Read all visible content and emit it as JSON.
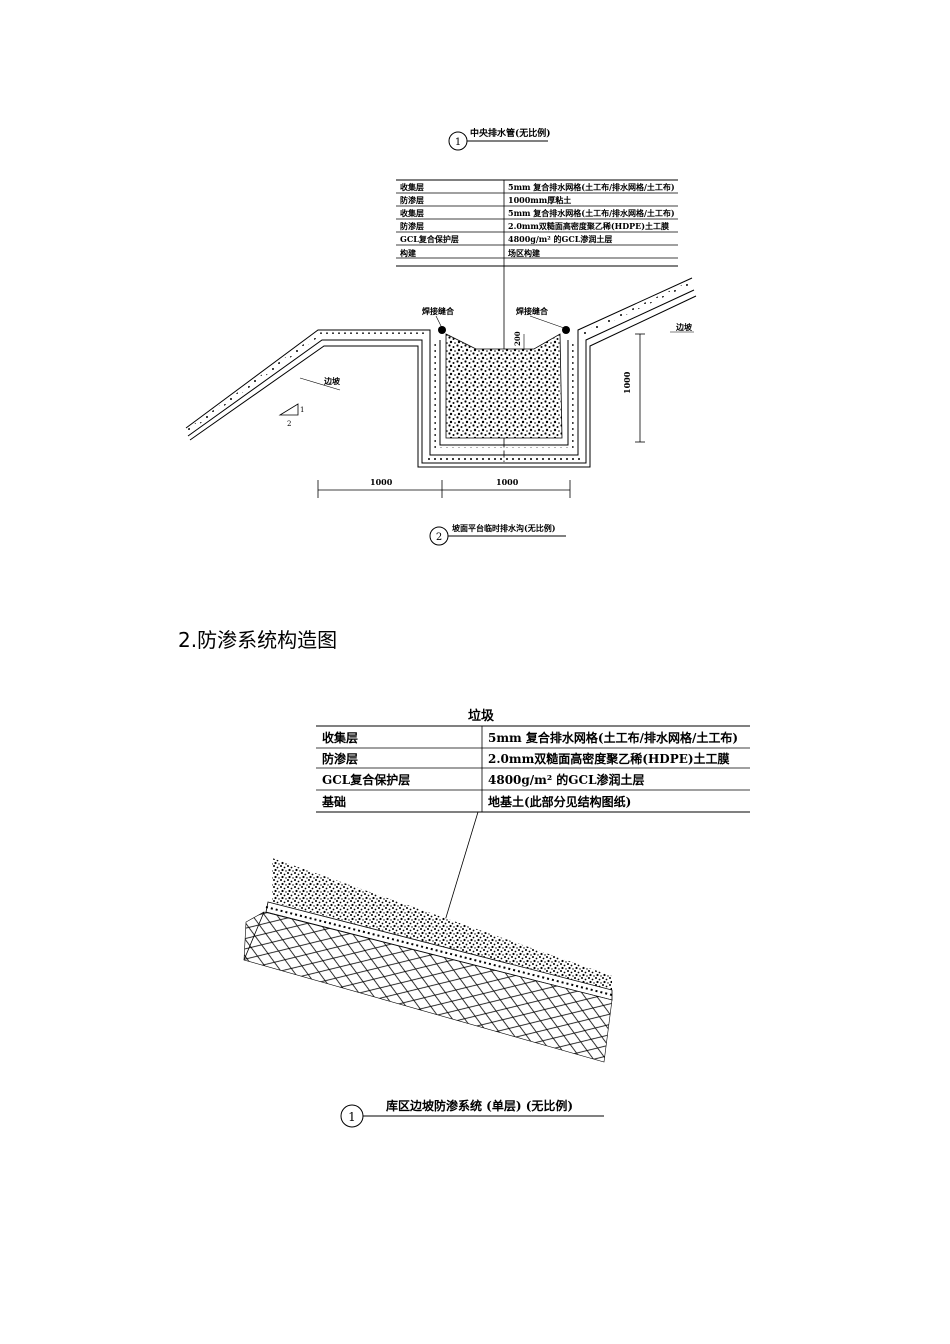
{
  "figure1": {
    "detail1_number": "1",
    "detail1_title": "中央排水管(无比例)",
    "layers": [
      {
        "name": "收集层",
        "spec": "5mm 复合排水网格(土工布/排水网格/土工布)"
      },
      {
        "name": "防渗层",
        "spec": "1000mm厚粘土"
      },
      {
        "name": "收集层",
        "spec": "5mm 复合排水网格(土工布/排水网格/土工布)"
      },
      {
        "name": "防渗层",
        "spec": "2.0mm双糙面高密度聚乙稀(HDPE)土工膜"
      },
      {
        "name": "GCL复合保护层",
        "spec": "4800g/m² 的GCL渗润土层"
      },
      {
        "name": "构建",
        "spec": "场区构建"
      }
    ],
    "weld_left": "焊接缝合",
    "weld_right": "焊接缝合",
    "slope_left": "边坡",
    "slope_right": "边坡",
    "dim_200": "200",
    "dim_depth": "1000",
    "dim_width_left": "1000",
    "dim_width_right": "1000",
    "ratio_v": "1",
    "ratio_h": "2",
    "detail2_number": "2",
    "detail2_title": "坡面平台临时排水沟(无比例)"
  },
  "section_heading": "2.防渗系统构造图",
  "figure2": {
    "header": "垃圾",
    "layers": [
      {
        "name": "收集层",
        "spec": "5mm 复合排水网格(土工布/排水网格/土工布)"
      },
      {
        "name": "防渗层",
        "spec": "2.0mm双糙面高密度聚乙稀(HDPE)土工膜"
      },
      {
        "name": "GCL复合保护层",
        "spec": "4800g/m² 的GCL渗润土层"
      },
      {
        "name": "基础",
        "spec": "地基土(此部分见结构图纸)"
      }
    ],
    "detail_number": "1",
    "detail_title": "库区边坡防渗系统 (单层) (无比例)"
  }
}
